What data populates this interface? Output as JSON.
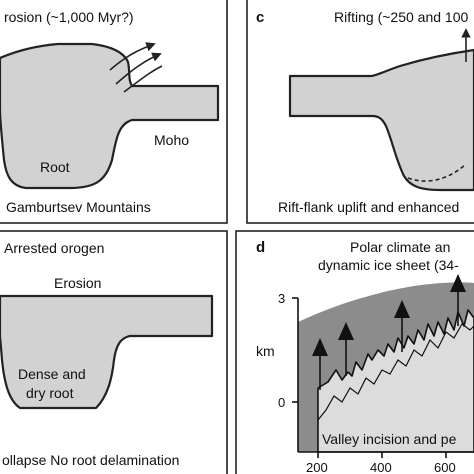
{
  "panel_a": {
    "title": "rosion (~1,000 Myr?)",
    "moho": "Moho",
    "root": "Root",
    "caption": "Gamburtsev Mountains"
  },
  "panel_c": {
    "letter": "c",
    "title": "Rifting (~250 and 100",
    "caption": "Rift-flank uplift and enhanced"
  },
  "panel_b": {
    "title": "Arrested orogen",
    "erosion": "Erosion",
    "root_line1": "Dense and",
    "root_line2": "dry root",
    "caption": "ollapse  No root delamination"
  },
  "panel_d": {
    "letter": "d",
    "title_line1": "Polar climate an",
    "title_line2": "dynamic ice sheet (34-",
    "y_label": "km",
    "y_ticks": [
      "3",
      "0"
    ],
    "x_ticks": [
      "200",
      "400",
      "600"
    ],
    "caption": "Valley incision and pe",
    "ice_color": "#8c8c8c"
  }
}
